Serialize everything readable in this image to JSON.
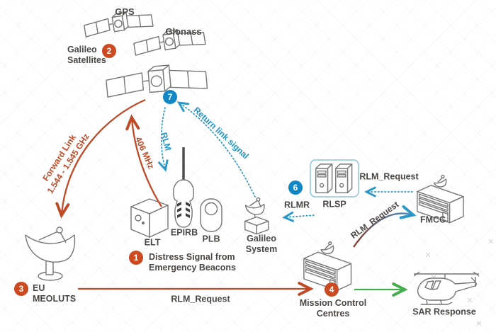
{
  "colors": {
    "accent_orange": "#c04a27",
    "accent_blue": "#1e94c9",
    "accent_green": "#44ad4b",
    "badge_orange": "#cc4a22",
    "badge_blue": "#1187c5",
    "icon_stroke": "#757575",
    "label_text": "#4b4742",
    "rlsp_box_border": "#8ec6da"
  },
  "satellites": {
    "gps_label": "GPS",
    "glonass_label": "Glonass",
    "galileo_line1": "Galileo",
    "galileo_line2": "Satellites",
    "galileo_badge": "2",
    "relay_badge": "7"
  },
  "beacons": {
    "elt_label": "ELT",
    "epirb_label": "EPIRB",
    "plb_label": "PLB",
    "badge": "1",
    "caption_line1": "Distress Signal from",
    "caption_line2": "Emergency Beacons"
  },
  "ground": {
    "meoluts": {
      "badge": "3",
      "line1": "EU",
      "line2": "MEOLUTS"
    },
    "galileo_system": {
      "line1": "Galileo",
      "line2": "System"
    },
    "rlmr": {
      "badge": "6",
      "label": "RLMR"
    },
    "rlsp": {
      "label": "RLSP"
    },
    "fmcc": {
      "label": "FMCC"
    },
    "mcc": {
      "badge": "4",
      "line1": "Mission Control",
      "line2": "Centres"
    },
    "sar": {
      "label": "SAR Response"
    }
  },
  "links": {
    "forward_line1": "Forward Link",
    "forward_line2": "1.544 - 1.545 GHz",
    "uplink_label": "406 MHz",
    "rlm_label": "RLM",
    "return_link_label": "Return link signal",
    "rlm_request_bottom": "RLM_Request",
    "rlm_request_top": "RLM_Request",
    "rlm_request_curve": "RLM_Request"
  }
}
